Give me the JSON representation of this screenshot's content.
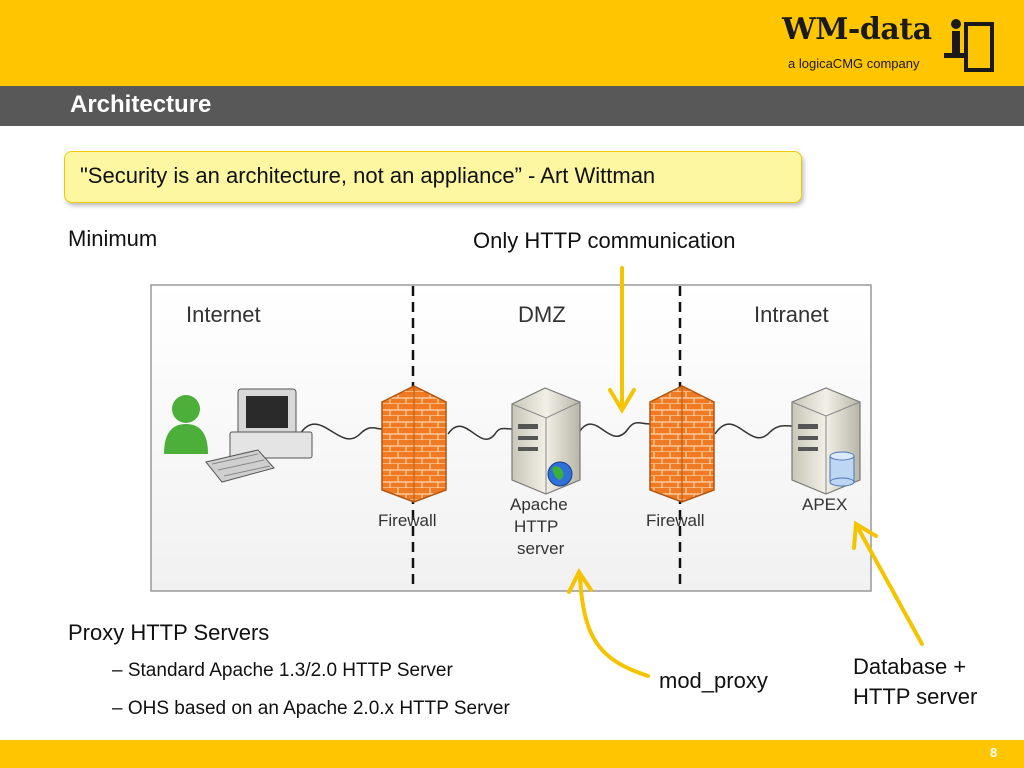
{
  "header": {
    "logo_main": "WM-data",
    "logo_sub": "a logicaCMG company",
    "title": "Architecture"
  },
  "quote": "\"Security is an architecture, not an appliance” - Art Wittman",
  "labels": {
    "minimum": "Minimum",
    "only_http": "Only HTTP communication",
    "mod_proxy": "mod_proxy",
    "db_server_line1": "Database +",
    "db_server_line2": "HTTP server"
  },
  "diagram": {
    "zones": [
      "Internet",
      "DMZ",
      "Intranet"
    ],
    "firewall1": "Firewall",
    "apache_line1": "Apache",
    "apache_line2": "HTTP",
    "apache_line3": "server",
    "firewall2": "Firewall",
    "apex": "APEX"
  },
  "list": {
    "heading": "Proxy HTTP Servers",
    "items": [
      "Standard Apache 1.3/2.0 HTTP Server",
      "OHS based on an Apache 2.0.x HTTP Server"
    ]
  },
  "footer": {
    "page": "8"
  },
  "colors": {
    "accent": "#ffc600",
    "title_bar": "#585858",
    "arrow": "#f5c400"
  }
}
